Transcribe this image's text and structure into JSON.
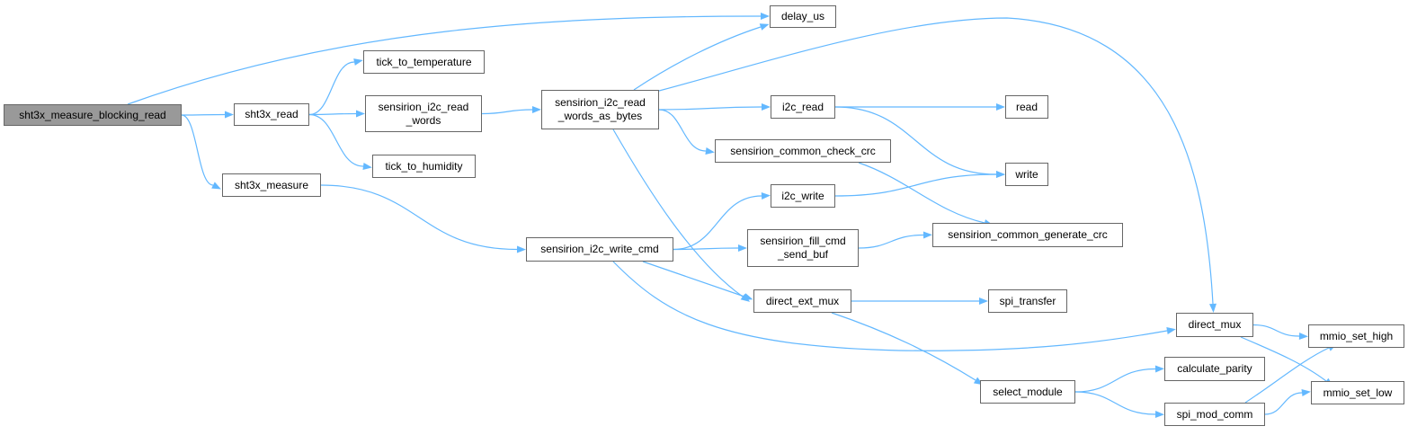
{
  "graph": {
    "edge_color": "#63b8ff",
    "root_color": "#999999",
    "border_color": "#666666",
    "nodes": {
      "sht3x_measure_blocking_read": "sht3x_measure_blocking_read",
      "delay_us": "delay_us",
      "tick_to_temperature": "tick_to_temperature",
      "sht3x_read": "sht3x_read",
      "sensirion_i2c_read_words": "sensirion_i2c_read\n_words",
      "tick_to_humidity": "tick_to_humidity",
      "sht3x_measure": "sht3x_measure",
      "sensirion_i2c_read_words_as_bytes": "sensirion_i2c_read\n_words_as_bytes",
      "i2c_read": "i2c_read",
      "read": "read",
      "sensirion_common_check_crc": "sensirion_common_check_crc",
      "write": "write",
      "i2c_write": "i2c_write",
      "sensirion_i2c_write_cmd": "sensirion_i2c_write_cmd",
      "sensirion_fill_cmd_send_buf": "sensirion_fill_cmd\n_send_buf",
      "sensirion_common_generate_crc": "sensirion_common_generate_crc",
      "direct_ext_mux": "direct_ext_mux",
      "spi_transfer": "spi_transfer",
      "direct_mux": "direct_mux",
      "mmio_set_high": "mmio_set_high",
      "calculate_parity": "calculate_parity",
      "select_module": "select_module",
      "spi_mod_comm": "spi_mod_comm",
      "mmio_set_low": "mmio_set_low"
    },
    "edges": [
      [
        "sht3x_measure_blocking_read",
        "delay_us"
      ],
      [
        "sht3x_measure_blocking_read",
        "sht3x_read"
      ],
      [
        "sht3x_measure_blocking_read",
        "sht3x_measure"
      ],
      [
        "sht3x_read",
        "tick_to_temperature"
      ],
      [
        "sht3x_read",
        "sensirion_i2c_read_words"
      ],
      [
        "sht3x_read",
        "tick_to_humidity"
      ],
      [
        "sensirion_i2c_read_words",
        "sensirion_i2c_read_words_as_bytes"
      ],
      [
        "sensirion_i2c_read_words_as_bytes",
        "delay_us"
      ],
      [
        "sensirion_i2c_read_words_as_bytes",
        "direct_mux"
      ],
      [
        "sensirion_i2c_read_words_as_bytes",
        "i2c_read"
      ],
      [
        "sensirion_i2c_read_words_as_bytes",
        "sensirion_common_check_crc"
      ],
      [
        "sensirion_i2c_read_words_as_bytes",
        "direct_ext_mux"
      ],
      [
        "i2c_read",
        "read"
      ],
      [
        "i2c_read",
        "write"
      ],
      [
        "sensirion_common_check_crc",
        "sensirion_common_generate_crc"
      ],
      [
        "sht3x_measure",
        "sensirion_i2c_write_cmd"
      ],
      [
        "sensirion_i2c_write_cmd",
        "i2c_write"
      ],
      [
        "sensirion_i2c_write_cmd",
        "sensirion_fill_cmd_send_buf"
      ],
      [
        "sensirion_i2c_write_cmd",
        "direct_ext_mux"
      ],
      [
        "sensirion_i2c_write_cmd",
        "direct_mux"
      ],
      [
        "i2c_write",
        "write"
      ],
      [
        "sensirion_fill_cmd_send_buf",
        "sensirion_common_generate_crc"
      ],
      [
        "direct_ext_mux",
        "spi_transfer"
      ],
      [
        "direct_ext_mux",
        "select_module"
      ],
      [
        "direct_mux",
        "mmio_set_high"
      ],
      [
        "direct_mux",
        "mmio_set_low"
      ],
      [
        "select_module",
        "calculate_parity"
      ],
      [
        "select_module",
        "spi_mod_comm"
      ],
      [
        "spi_mod_comm",
        "mmio_set_high"
      ],
      [
        "spi_mod_comm",
        "mmio_set_low"
      ]
    ]
  }
}
